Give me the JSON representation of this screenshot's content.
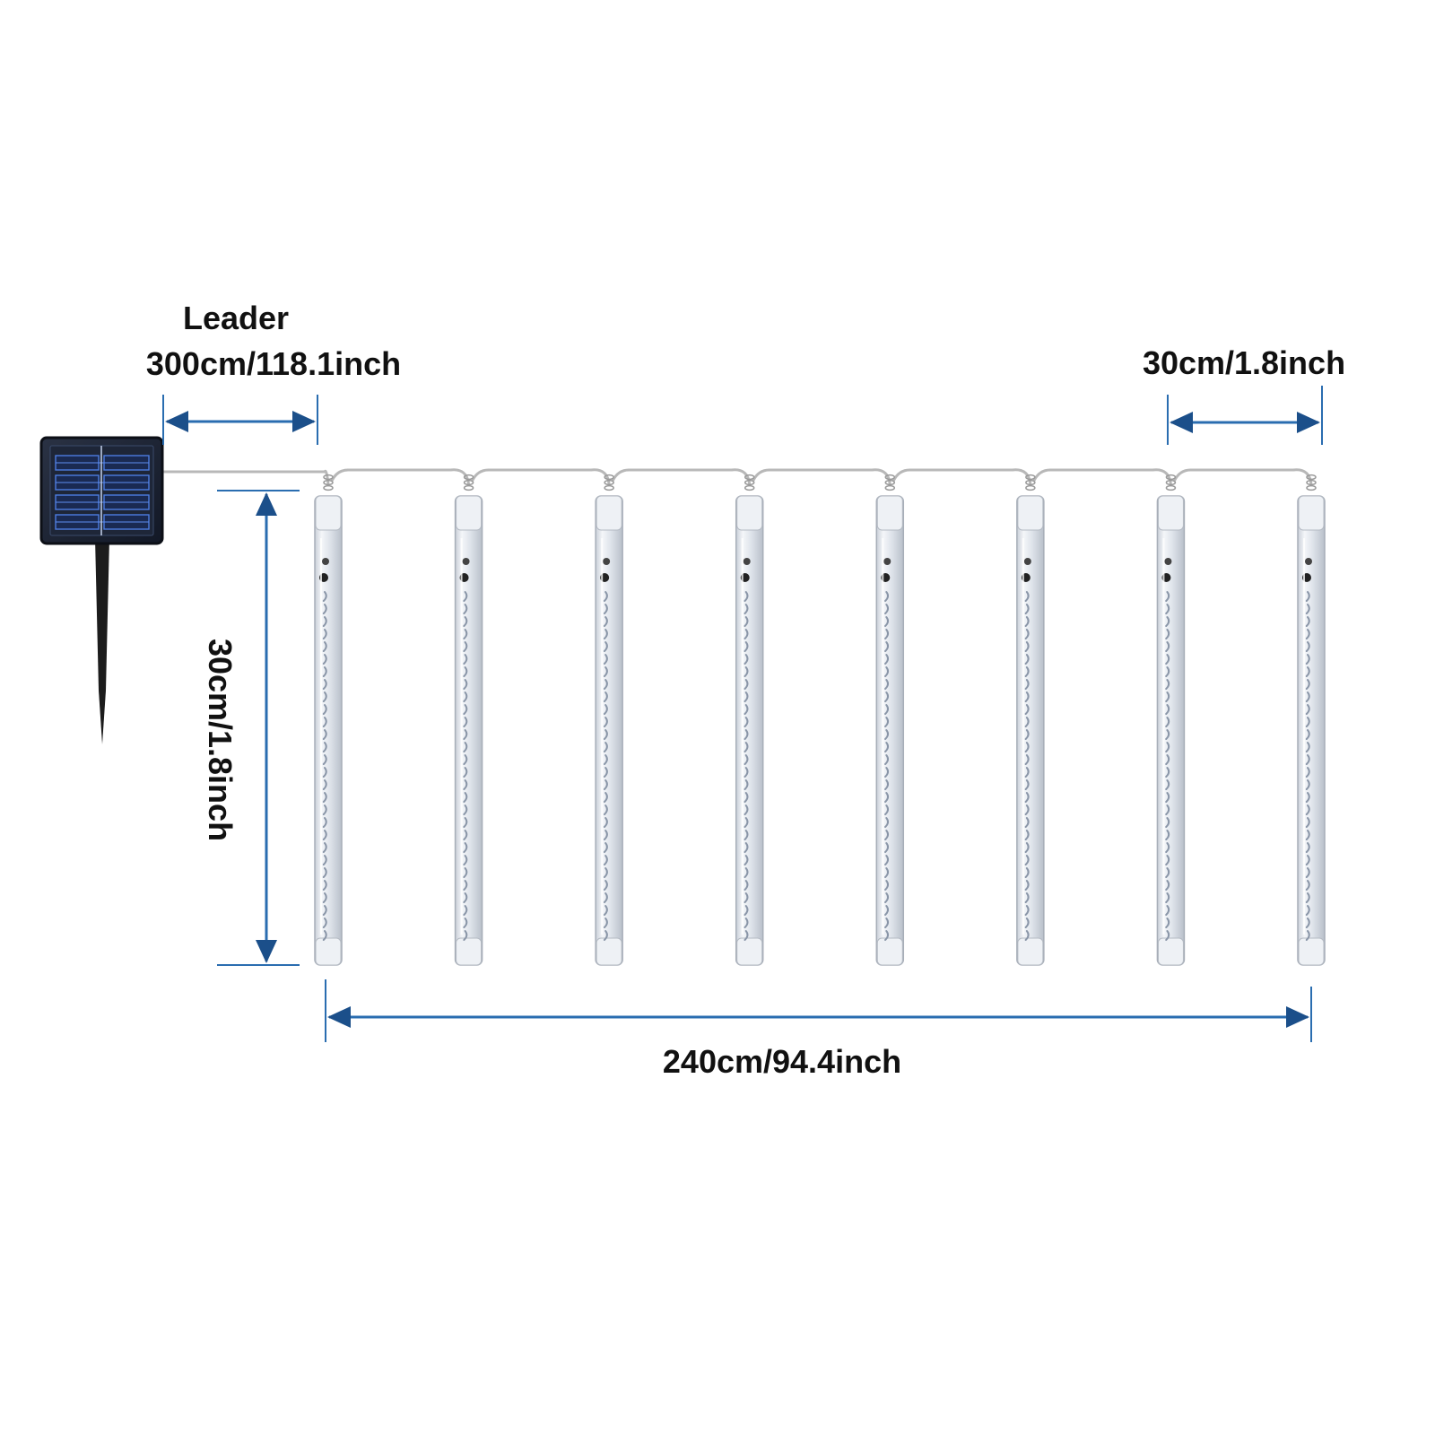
{
  "labels": {
    "leader_title": "Leader",
    "leader_length": "300cm/118.1inch",
    "spacing": "30cm/1.8inch",
    "tube_length": "30cm/1.8inch",
    "total_width": "240cm/94.4inch"
  },
  "product": {
    "tube_count": 8
  },
  "colors": {
    "dimension": "#2a6db0",
    "dimension_dark": "#1b4f8a",
    "text": "#111111",
    "panel": "#1b2233",
    "cell": "#3f6fd6",
    "stake": "#1c1c1c",
    "wire": "#b8b8b8",
    "tube": "#e4e9f0"
  }
}
